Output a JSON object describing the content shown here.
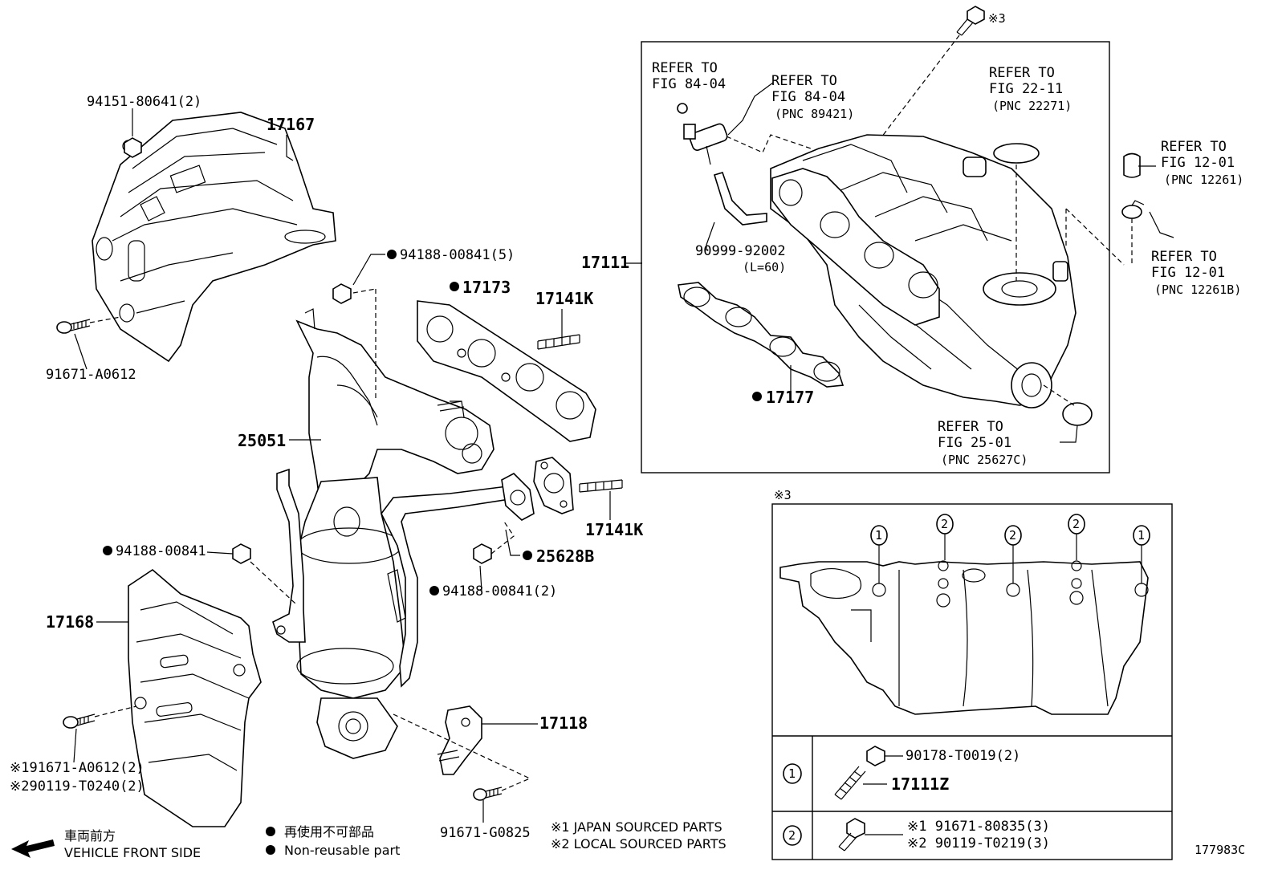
{
  "parts": {
    "p94151": "94151-80641(2)",
    "p17167": "17167",
    "p91671a": "91671-A0612",
    "p94188_5": "94188-00841(5)",
    "p17173": "17173",
    "p17141k_a": "17141K",
    "p25051": "25051",
    "p17141k_b": "17141K",
    "p25628b": "25628B",
    "p94188_single": "94188-00841",
    "p94188_2": "94188-00841(2)",
    "p17168": "17168",
    "p91671a_2": "※191671-A0612(2)",
    "p90119_2": "※290119-T0240(2)",
    "p17118": "17118",
    "p91671g": "91671-G0825",
    "p17111": "17111",
    "p90999_a": "90999-92002",
    "p90999_b": "(L=60)",
    "p17177": "17177",
    "p17111z": "17111Z",
    "p90178": "90178-T0019(2)",
    "p91671_80835": "※1 91671-80835(3)",
    "p90119_t0219": "※2 90119-T0219(3)"
  },
  "refs": {
    "r1_a": "REFER TO",
    "r1_b": "FIG 84-04",
    "r2_a": "REFER TO",
    "r2_b": "FIG 84-04",
    "r2_c": "(PNC 89421)",
    "r3_a": "REFER TO",
    "r3_b": "FIG 22-11",
    "r3_c": "(PNC 22271)",
    "r4_a": "REFER TO",
    "r4_b": "FIG 12-01",
    "r4_c": "(PNC 12261)",
    "r5_a": "REFER TO",
    "r5_b": "FIG 12-01",
    "r5_c": "(PNC 12261B)",
    "r6_a": "REFER TO",
    "r6_b": "FIG 25-01",
    "r6_c": "(PNC 25627C)"
  },
  "marks": {
    "x3_top": "※3",
    "x3_box": "※3",
    "c1": "1",
    "c2": "2"
  },
  "legend": {
    "front_jp": "車両前方",
    "front_en": "VEHICLE FRONT SIDE",
    "nonreuse_jp": "再使用不可部品",
    "nonreuse_en": "Non-reusable part",
    "note1": "※1 JAPAN SOURCED PARTS",
    "note2": "※2 LOCAL SOURCED PARTS",
    "fig_id": "177983C"
  }
}
